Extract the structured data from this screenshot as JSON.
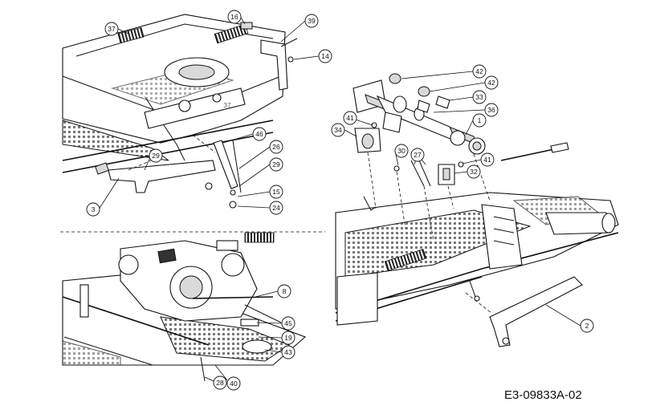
{
  "drawing_code": "E3-09833A-02",
  "callouts": {
    "c37a": "37",
    "c16": "16",
    "c39": "39",
    "c14": "14",
    "c37b": "37",
    "c46": "46",
    "c26": "26",
    "c29a": "29",
    "c15": "15",
    "c24": "24",
    "c29b": "29",
    "c3": "3",
    "c8": "8",
    "c45": "45",
    "c19": "19",
    "c43": "43",
    "c28": "28",
    "c40": "40",
    "c42a": "42",
    "c42b": "42",
    "c33": "33",
    "c36": "36",
    "c1": "1",
    "c41a": "41",
    "c34": "34",
    "c30": "30",
    "c27": "27",
    "c41b": "41",
    "c32": "32",
    "c2": "2"
  }
}
